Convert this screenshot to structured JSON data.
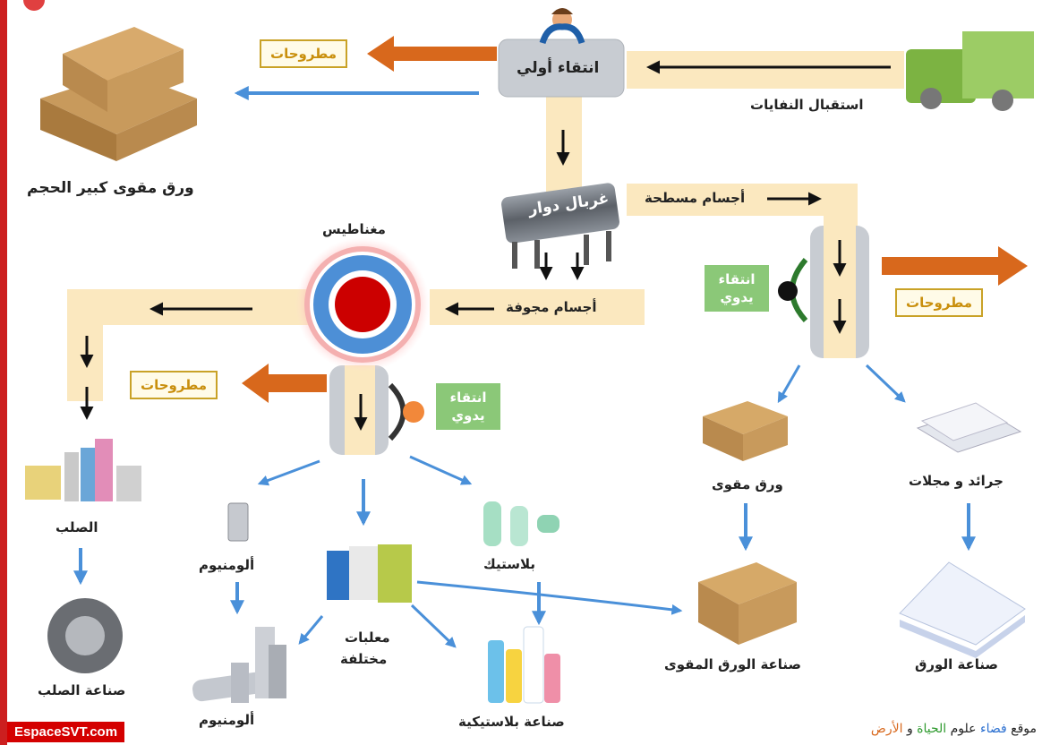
{
  "colors": {
    "conveyor": "#fbe8bf",
    "discard_arrow": "#d8681c",
    "flow_arrow": "#4a90d9",
    "manual_box": "#8bc878",
    "magnet_red": "#cc0000",
    "magnet_blue": "#4d8fd6"
  },
  "labels": {
    "waste_reception": "استقبال النفايات",
    "initial_sorting": "انتقاء أولي",
    "big_cardboard": "ورق مقوى كبير الحجم",
    "rotary_sieve": "غربال دوار",
    "flat_objects": "أجسام مسطحة",
    "hollow_objects": "أجسام مجوفة",
    "magnets": "مغناطيس",
    "cardboard": "ورق مقوى",
    "newspapers": "جرائد و مجلات",
    "cardboard_industry": "صناعة الورق المقوى",
    "paper_industry": "صناعة الورق",
    "steel": "الصلب",
    "steel_industry": "صناعة الصلب",
    "aluminium_1": "ألومنيوم",
    "aluminium_2": "ألومنيوم",
    "cans_line1": "معلبات",
    "cans_line2": "مختلفة",
    "plastic": "بلاستيك",
    "plastic_industry": "صناعة بلاستيكية",
    "discard_1": "مطروحات",
    "discard_2": "مطروحات",
    "discard_3": "مطروحات",
    "manual_1_line1": "انتقاء",
    "manual_1_line2": "يدوي",
    "manual_2_line1": "انتقاء",
    "manual_2_line2": "يدوي"
  },
  "footer": {
    "brand": "EspaceSVT.com",
    "site_prefix": "موقع",
    "site_word1": "فضاء",
    "site_word2": "علوم",
    "site_word3": "الحياة",
    "site_and": "و",
    "site_word4": "الأرض"
  }
}
